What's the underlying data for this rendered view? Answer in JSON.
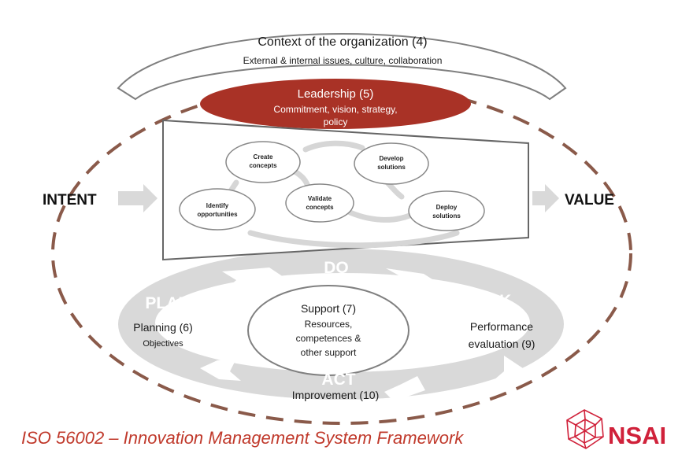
{
  "context": {
    "title": "Context of the organization (4)",
    "subtitle": "External & internal issues, culture, collaboration"
  },
  "leadership": {
    "title": "Leadership (5)",
    "line1": "Commitment, vision, strategy,",
    "line2": "policy"
  },
  "intent_label": "INTENT",
  "value_label": "VALUE",
  "processes": {
    "create": [
      "Create",
      "concepts"
    ],
    "develop": [
      "Develop",
      "solutions"
    ],
    "identify": [
      "Identify",
      "opportunities"
    ],
    "validate": [
      "Validate",
      "concepts"
    ],
    "deploy": [
      "Deploy",
      "solutions"
    ]
  },
  "pdca": {
    "do": "DO",
    "plan": "PLAN",
    "check": "CHECK",
    "act": "ACT"
  },
  "planning": {
    "title": "Planning (6)",
    "sub": "Objectives"
  },
  "support": {
    "title": "Support (7)",
    "line1": "Resources,",
    "line2": "competences &",
    "line3": "other support"
  },
  "performance": {
    "line1": "Performance",
    "line2": "evaluation (9)"
  },
  "improvement": "Improvement (10)",
  "footer_title": "ISO 56002 – Innovation Management System Framework",
  "logo_text": "NSAI",
  "colors": {
    "leadership": "#a93226",
    "footer_red": "#c0392b",
    "dash_brown": "#8a5a4a",
    "band_gray": "#d9d9d9",
    "logo_red": "#d0213a"
  }
}
